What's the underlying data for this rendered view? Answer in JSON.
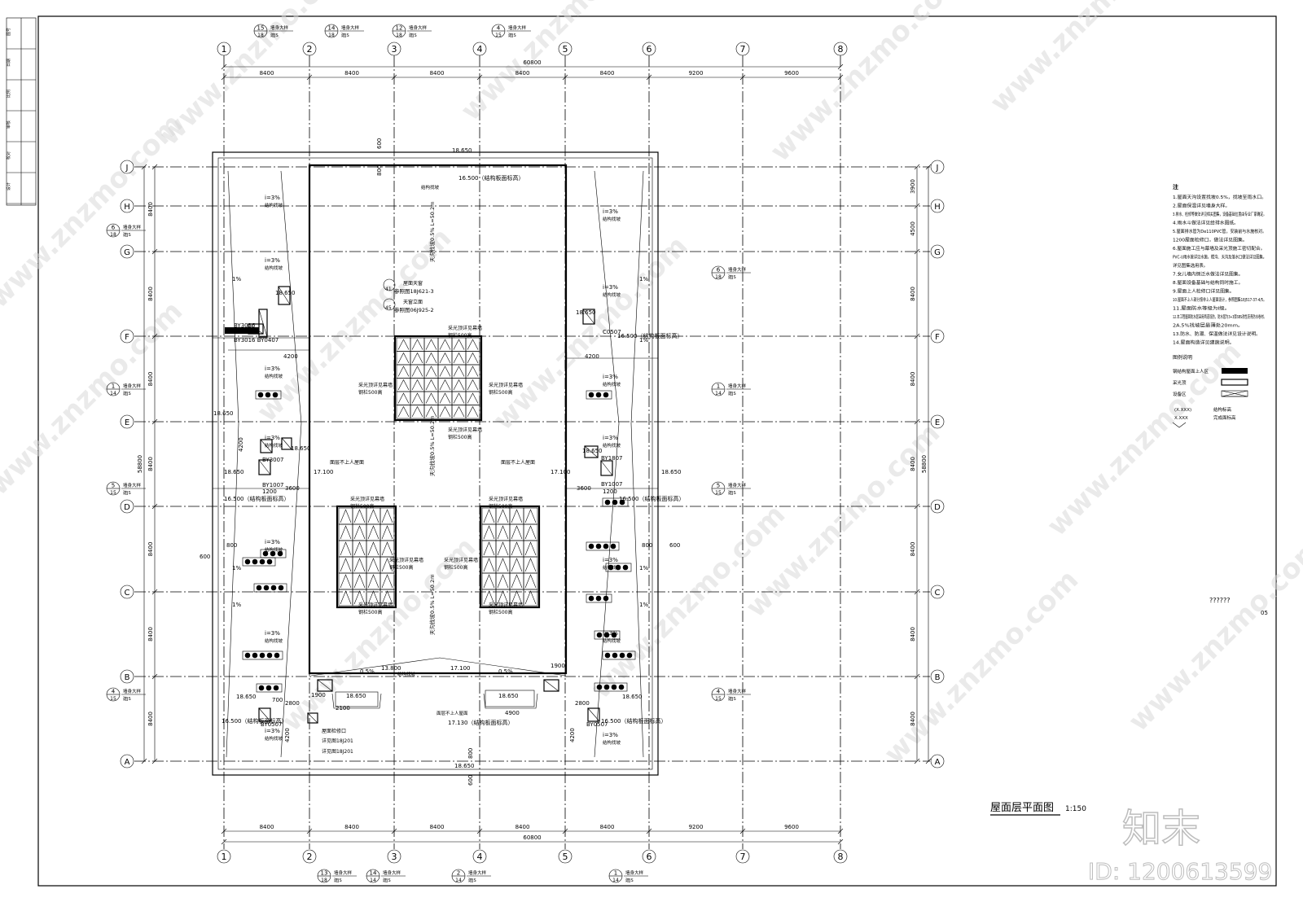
{
  "drawing": {
    "title": "屋面层平面图",
    "scale": "1:150",
    "brand": "知末",
    "drawing_id": "ID: 1200613599",
    "watermark": "www.znzmo.com",
    "sheet_ref": "05",
    "note_placeholder": "??????"
  },
  "grid": {
    "columns": [
      "1",
      "2",
      "3",
      "4",
      "5",
      "6",
      "7",
      "8"
    ],
    "rows": [
      "J",
      "H",
      "G",
      "F",
      "E",
      "D",
      "C",
      "B",
      "A"
    ],
    "col_spans": [
      "8400",
      "8400",
      "8400",
      "8400",
      "8400",
      "9200",
      "9600"
    ],
    "total_width": "60800",
    "row_spans": [
      "3900",
      "4500",
      "8400",
      "8400",
      "8400",
      "8400",
      "8400",
      "8400"
    ],
    "row_spans_left": [
      "8400",
      "8400",
      "8400",
      "8400",
      "8400",
      "8400",
      "8400"
    ],
    "total_height": "58800"
  },
  "top_section_marks": [
    {
      "num": "15",
      "sheet": "18",
      "label": "墙身大样",
      "ref": "建JS"
    },
    {
      "num": "14",
      "sheet": "18",
      "label": "墙身大样",
      "ref": "建JS"
    },
    {
      "num": "12",
      "sheet": "18",
      "label": "墙身大样",
      "ref": "建JS"
    },
    {
      "num": "4",
      "sheet": "15",
      "label": "墙身大样",
      "ref": "建JS"
    }
  ],
  "bottom_section_marks": [
    {
      "num": "13",
      "sheet": "18",
      "label": "墙身大样",
      "ref": "建JS"
    },
    {
      "num": "14",
      "sheet": "14",
      "label": "墙身大样",
      "ref": "建JS"
    },
    {
      "num": "2",
      "sheet": "14",
      "label": "墙身大样",
      "ref": "建JS"
    },
    {
      "num": "1",
      "sheet": "14",
      "label": "墙身大样",
      "ref": "建JS"
    }
  ],
  "side_marks_left": [
    {
      "num": "6",
      "sheet": "18",
      "label": "墙身大样",
      "ref": "建JS"
    },
    {
      "num": "1",
      "sheet": "14",
      "label": "墙身大样",
      "ref": "建JS"
    },
    {
      "num": "5",
      "sheet": "15",
      "label": "墙身大样",
      "ref": "建JS"
    },
    {
      "num": "4",
      "sheet": "15",
      "label": "墙身大样",
      "ref": "建JS"
    }
  ],
  "side_marks_right": [
    {
      "num": "6",
      "sheet": "18",
      "label": "墙身大样",
      "ref": "建JS"
    },
    {
      "num": "1",
      "sheet": "14",
      "label": "墙身大样",
      "ref": "建JS"
    },
    {
      "num": "5",
      "sheet": "15",
      "label": "墙身大样",
      "ref": "建JS"
    },
    {
      "num": "4",
      "sheet": "15",
      "label": "墙身大样",
      "ref": "建JS"
    }
  ],
  "elevations": {
    "parapet": "18.650",
    "roof_top": "16.500（结构板面标高）",
    "roof_mid": "17.100",
    "roof_low": "13.800",
    "roof_bottom": "17.130（结构板面标高）",
    "side": "18.650"
  },
  "roof_labels": {
    "slope3": "i=3%",
    "slope1": "1%",
    "slope05": "0.5%",
    "finding": "结构找坡",
    "skylight": "采光顶详见幕墙",
    "skylight_b": "钢栏500高",
    "gutter_len": "天沟找坡0.5%  L=50.2m",
    "pending_left": "面层不上人屋面",
    "pending_right": "面层不上人屋面",
    "skylight_ref1": "参照图18J621-3",
    "skylight_ref2": "参照图06J925-2",
    "skylight_idx1": "41",
    "skylight_idx2": "45",
    "skylight_note1": "屋面天窗",
    "skylight_note2": "天窗立面",
    "equipment": "屋面检修口",
    "stair_ref": "详见图18J201"
  },
  "openings": [
    "BY3016",
    "BY3016 BY0407",
    "BY3007",
    "BY1007",
    "BY0507",
    "C0507",
    "BY1807",
    "BY1007",
    "BY0507"
  ],
  "dims_misc": [
    "600",
    "800",
    "4200",
    "3600",
    "1200",
    "2800",
    "4900",
    "1900",
    "2100",
    "700"
  ],
  "notes_title": "注",
  "notes": [
    "1.屋面天沟设置找坡0.5%，找坡至雨水口。",
    "2.屋面保温详见墙身大样。",
    "3.排水、检修等做法详见相关图集，设备基础位置由专业厂家确定。",
    "4.雨水斗做法详见给排水图纸。",
    "5.屋面排水管为De110PVC管，安装前与水施核对。",
    "1200屋面检修口，做法详见图集。",
    "6.屋面施工应与幕墙及采光顶施工密切配合。",
    "PVC-U雨水管详见水施，檐沟、天沟及落水口做法详见图集。",
    "详见图集选用表。",
    "7.女儿墙内侧泛水做法详见图集。",
    "8.屋面设备基础与结构同时施工。",
    "9.屋面上人检修口详见图集。",
    "10.屋面不上人部分按非上人屋面设计，参照图集18J517-37-4/5。",
    "11.屋面防水等级为Ⅰ级。",
    "12.本工程屋面防水层采用两道设防，防水层为3+3厚SBS改性沥青防水卷材。",
    "2A.5%找坡层最薄处20mm。",
    "13.防水、防潮、保温做法详见设计说明。",
    "14.屋面构造详见建施说明。"
  ],
  "legend_title": "图例说明",
  "legend": [
    {
      "label": "钢结构屋面上人区"
    },
    {
      "label": "采光顶"
    },
    {
      "label": "设备区"
    }
  ],
  "legend_elev": {
    "a": "(X.XXX)",
    "b": "X.XXX",
    "a_label": "结构标高",
    "b_label": "完成面标高"
  },
  "title_block": [
    "图号",
    "日期",
    "比例",
    "审核",
    "校对",
    "设计"
  ]
}
